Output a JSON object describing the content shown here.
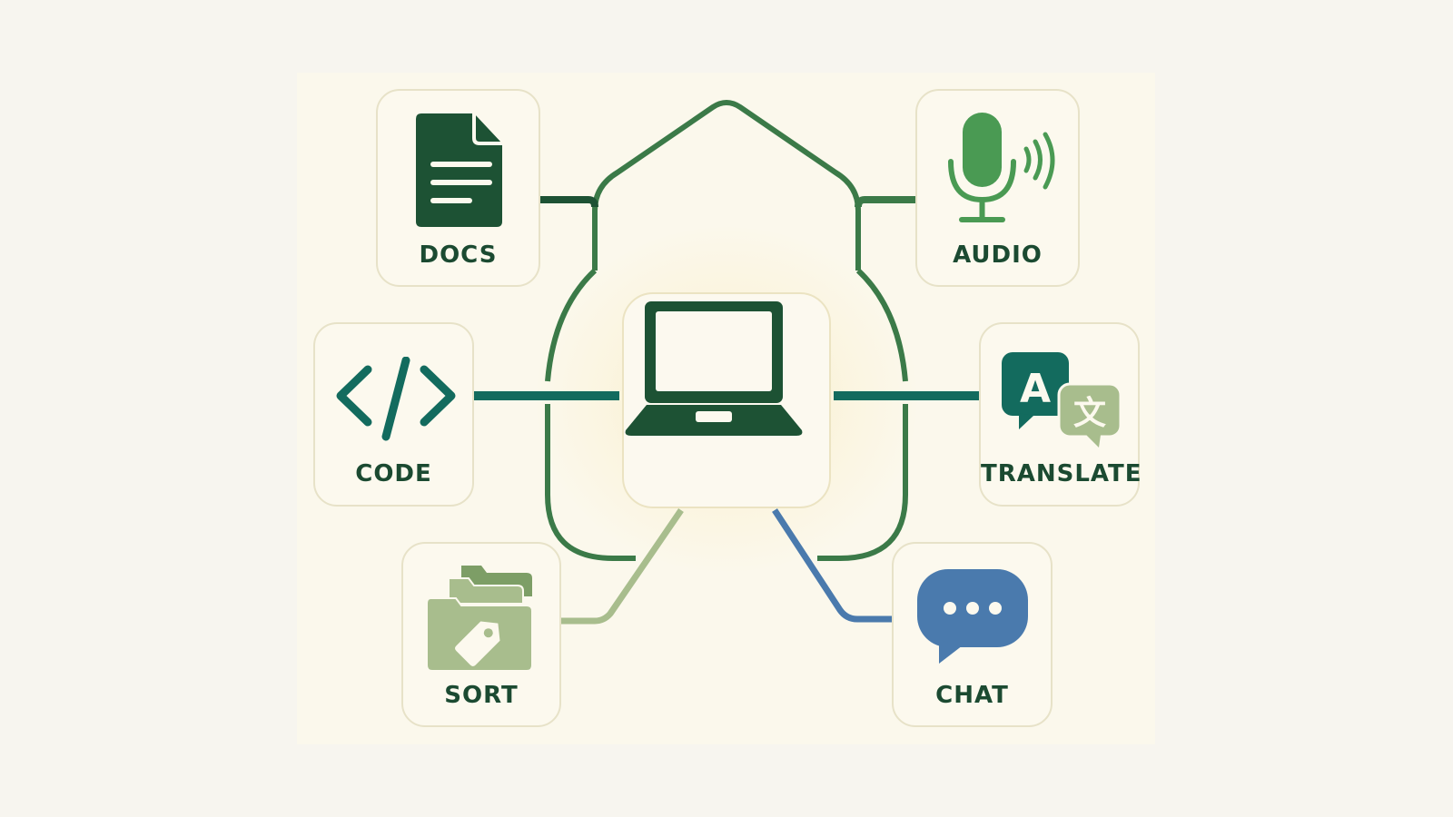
{
  "diagram": {
    "hub": {
      "icon": "laptop-icon"
    },
    "nodes": [
      {
        "id": "docs",
        "label": "DOCS",
        "icon": "document-icon",
        "color": "#1d5234"
      },
      {
        "id": "audio",
        "label": "AUDIO",
        "icon": "microphone-icon",
        "color": "#4a9a53"
      },
      {
        "id": "code",
        "label": "CODE",
        "icon": "code-brackets-icon",
        "color": "#136b5e"
      },
      {
        "id": "translate",
        "label": "TRANSLATE",
        "icon": "translate-icon",
        "color": "#136b5e"
      },
      {
        "id": "sort",
        "label": "SORT",
        "icon": "tagged-folders-icon",
        "color": "#a8bd8d"
      },
      {
        "id": "chat",
        "label": "CHAT",
        "icon": "chat-bubble-icon",
        "color": "#4a7aad"
      }
    ],
    "colors": {
      "background": "#f7f5ef",
      "panel": "#fbf8ec",
      "label": "#1b4a31",
      "card_border": "#e7e2c8",
      "link_green": "#3b7a48",
      "link_teal": "#136b5e",
      "link_sage": "#a8bd8d",
      "link_blue": "#4a7aad"
    }
  }
}
